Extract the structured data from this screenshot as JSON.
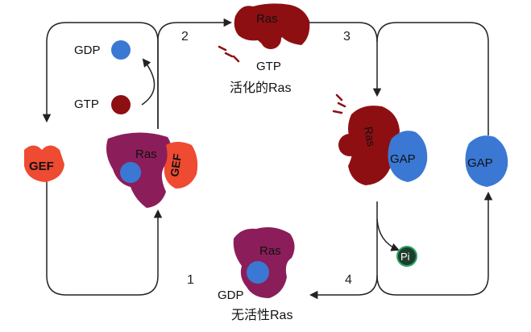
{
  "colors": {
    "ras_active": "#8e0f12",
    "ras_inactive": "#8b1e5a",
    "gef": "#ef4a32",
    "gdp": "#3a78d4",
    "gap": "#3a78d4",
    "gtp": "#8e0f12",
    "pi": "#1c3f2c",
    "line": "#222222"
  },
  "steps": {
    "s1": "1",
    "s2": "2",
    "s3": "3",
    "s4": "4"
  },
  "labels": {
    "gdp_top": "GDP",
    "gtp_left": "GTP",
    "gef_free": "GEF",
    "gef_bound": "GEF",
    "ras_gef_complex": "Ras",
    "ras_active_top": "Ras",
    "gtp_top": "GTP",
    "active_caption": "活化的Ras",
    "ras_gap_complex": "Ras",
    "gap_bound": "GAP",
    "gap_free": "GAP",
    "pi": "Pi",
    "ras_inactive": "Ras",
    "gdp_bottom": "GDP",
    "inactive_caption": "无活性Ras"
  }
}
